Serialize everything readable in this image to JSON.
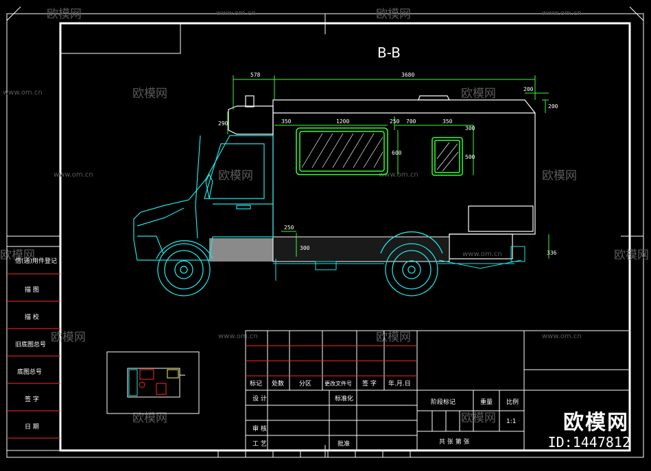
{
  "title": "B-B",
  "dimensions": {
    "d578": "578",
    "d3680": "3680",
    "d200a": "200",
    "d200b": "200",
    "d290": "290",
    "d350a": "350",
    "d1200": "1200",
    "d250a": "250",
    "d700": "700",
    "d350b": "350",
    "d300a": "300",
    "d600": "600",
    "d500": "500",
    "d250b": "250",
    "d300b": "300",
    "d336": "336"
  },
  "left_strip": [
    "借(通)用件登记",
    "描 图",
    "描 校",
    "旧底图总号",
    "底图总号",
    "签 字",
    "日 期"
  ],
  "title_block": {
    "h_mark": "标记",
    "h_count": "处数",
    "h_zone": "分区",
    "h_doc": "更改文件号",
    "h_sign": "签 字",
    "h_date": "年.月.日",
    "design": "设 计",
    "standard": "标准化",
    "review": "审 核",
    "process": "工 艺",
    "approve": "批准",
    "stage_mark": "阶段标记",
    "weight": "重量",
    "scale": "比例",
    "scale_val": "1:1",
    "sheets": "共 张 第 张"
  },
  "watermark_text": "欧模网",
  "watermark_url": "www.om.cn",
  "logo": "欧模网",
  "logo_id": "ID:1447812",
  "colors": {
    "bg": "#000000",
    "frame": "#ffffff",
    "line": "#ffffff",
    "cyan": "#1ee6e6",
    "green": "#33ff33",
    "red": "#ff2a2a",
    "yellow": "#ffff33"
  }
}
